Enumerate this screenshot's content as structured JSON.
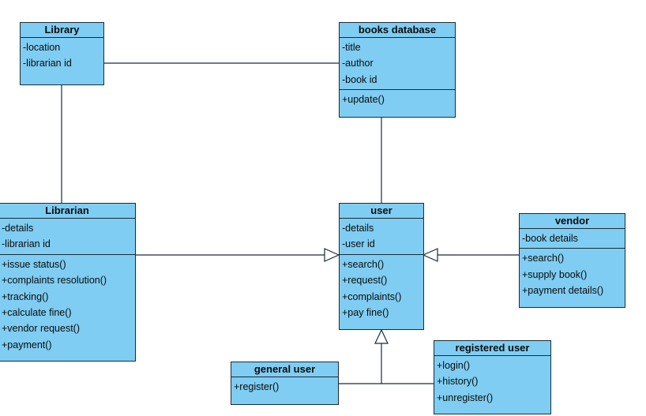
{
  "diagram": {
    "type": "uml-class-diagram",
    "colors": {
      "class_fill": "#7fcdf2",
      "class_border": "#1c2b36",
      "line": "#1c2b36"
    },
    "classes": [
      {
        "id": "library",
        "name": "Library",
        "attributes": [
          "-location",
          "-librarian id"
        ],
        "operations": []
      },
      {
        "id": "books-database",
        "name": "books database",
        "attributes": [
          "-title",
          "-author",
          "-book id"
        ],
        "operations": [
          "+update()"
        ]
      },
      {
        "id": "librarian",
        "name": "Librarian",
        "attributes": [
          "-details",
          "-librarian id"
        ],
        "operations": [
          "+issue status()",
          "+complaints resolution()",
          "+tracking()",
          "+calculate fine()",
          "+vendor request()",
          "+payment()"
        ]
      },
      {
        "id": "user",
        "name": "user",
        "attributes": [
          "-details",
          "-user id"
        ],
        "operations": [
          "+search()",
          "+request()",
          "+complaints()",
          "+pay fine()"
        ]
      },
      {
        "id": "vendor",
        "name": "vendor",
        "attributes": [
          "-book details"
        ],
        "operations": [
          "+search()",
          "+supply book()",
          "+payment details()"
        ]
      },
      {
        "id": "general-user",
        "name": "general user",
        "attributes": [],
        "operations": [
          "+register()"
        ]
      },
      {
        "id": "registered-user",
        "name": "registered user",
        "attributes": [],
        "operations": [
          "+login()",
          "+history()",
          "+unregister()"
        ]
      }
    ],
    "relationships": [
      {
        "from": "library",
        "to": "books-database",
        "kind": "association"
      },
      {
        "from": "library",
        "to": "librarian",
        "kind": "association"
      },
      {
        "from": "books-database",
        "to": "user",
        "kind": "association"
      },
      {
        "from": "librarian",
        "to": "user",
        "kind": "generalization"
      },
      {
        "from": "vendor",
        "to": "user",
        "kind": "generalization"
      },
      {
        "from": "general-user",
        "to": "user",
        "kind": "generalization"
      },
      {
        "from": "registered-user",
        "to": "user",
        "kind": "generalization"
      }
    ]
  }
}
